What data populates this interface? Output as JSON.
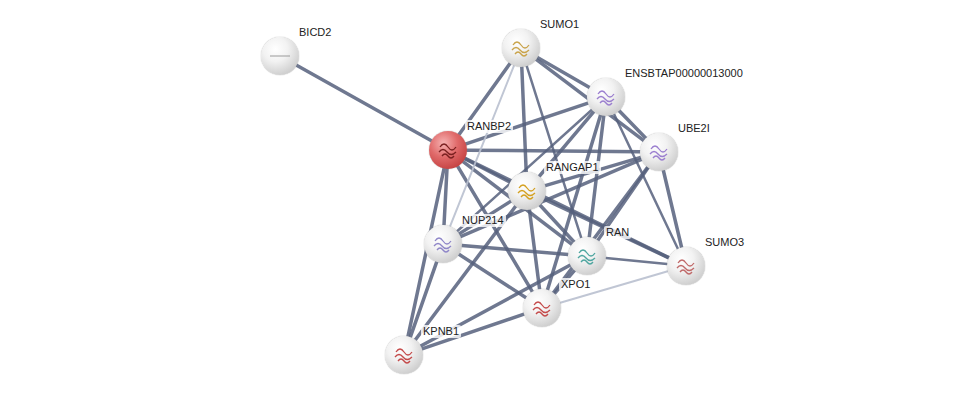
{
  "diagram": {
    "nodes": [
      {
        "text": [
          "BICD2"
        ]
      },
      {
        "text": [
          "SUMO1"
        ]
      },
      {
        "text": [
          "ENSBTAP00000013000"
        ]
      },
      {
        "text": [
          "RANBP2"
        ]
      },
      {
        "text": [
          "UBE2I"
        ]
      },
      {
        "text": [
          "RANGAP1"
        ]
      },
      {
        "text": [
          "NUP214"
        ]
      },
      {
        "text": [
          "RAN"
        ]
      },
      {
        "text": [
          "SUMO3"
        ]
      },
      {
        "text": [
          "XPO1"
        ]
      },
      {
        "text": [
          "KPNB1"
        ]
      }
    ],
    "edges": [
      {
        "from": 0,
        "to": 3,
        "arrow": "none"
      },
      {
        "from": 3,
        "to": 1,
        "arrow": "none"
      },
      {
        "from": 3,
        "to": 2,
        "arrow": "none"
      },
      {
        "from": 3,
        "to": 4,
        "arrow": "none"
      },
      {
        "from": 3,
        "to": 5,
        "arrow": "none"
      },
      {
        "from": 3,
        "to": 6,
        "arrow": "none"
      },
      {
        "from": 3,
        "to": 7,
        "arrow": "none"
      },
      {
        "from": 3,
        "to": 9,
        "arrow": "none"
      },
      {
        "from": 3,
        "to": 10,
        "arrow": "none"
      },
      {
        "from": 3,
        "to": 8,
        "arrow": "none"
      },
      {
        "from": 1,
        "to": 2,
        "arrow": "none"
      },
      {
        "from": 1,
        "to": 4,
        "arrow": "none"
      },
      {
        "from": 1,
        "to": 5,
        "arrow": "none"
      },
      {
        "from": 1,
        "to": 7,
        "arrow": "none"
      },
      {
        "from": 1,
        "to": 6,
        "arrow": "none"
      },
      {
        "from": 2,
        "to": 4,
        "arrow": "none"
      },
      {
        "from": 2,
        "to": 5,
        "arrow": "none"
      },
      {
        "from": 2,
        "to": 7,
        "arrow": "none"
      },
      {
        "from": 2,
        "to": 8,
        "arrow": "none"
      },
      {
        "from": 2,
        "to": 6,
        "arrow": "none"
      },
      {
        "from": 2,
        "to": 9,
        "arrow": "none"
      },
      {
        "from": 4,
        "to": 5,
        "arrow": "none"
      },
      {
        "from": 4,
        "to": 7,
        "arrow": "none"
      },
      {
        "from": 4,
        "to": 8,
        "arrow": "none"
      },
      {
        "from": 4,
        "to": 6,
        "arrow": "none"
      },
      {
        "from": 4,
        "to": 9,
        "arrow": "none"
      },
      {
        "from": 5,
        "to": 6,
        "arrow": "none"
      },
      {
        "from": 5,
        "to": 7,
        "arrow": "none"
      },
      {
        "from": 5,
        "to": 9,
        "arrow": "none"
      },
      {
        "from": 5,
        "to": 10,
        "arrow": "none"
      },
      {
        "from": 5,
        "to": 8,
        "arrow": "none"
      },
      {
        "from": 6,
        "to": 7,
        "arrow": "none"
      },
      {
        "from": 6,
        "to": 9,
        "arrow": "none"
      },
      {
        "from": 6,
        "to": 10,
        "arrow": "none"
      },
      {
        "from": 7,
        "to": 9,
        "arrow": "none"
      },
      {
        "from": 7,
        "to": 10,
        "arrow": "none"
      },
      {
        "from": 7,
        "to": 8,
        "arrow": "none"
      },
      {
        "from": 9,
        "to": 10,
        "arrow": "none"
      },
      {
        "from": 9,
        "to": 8,
        "arrow": "none"
      }
    ]
  }
}
